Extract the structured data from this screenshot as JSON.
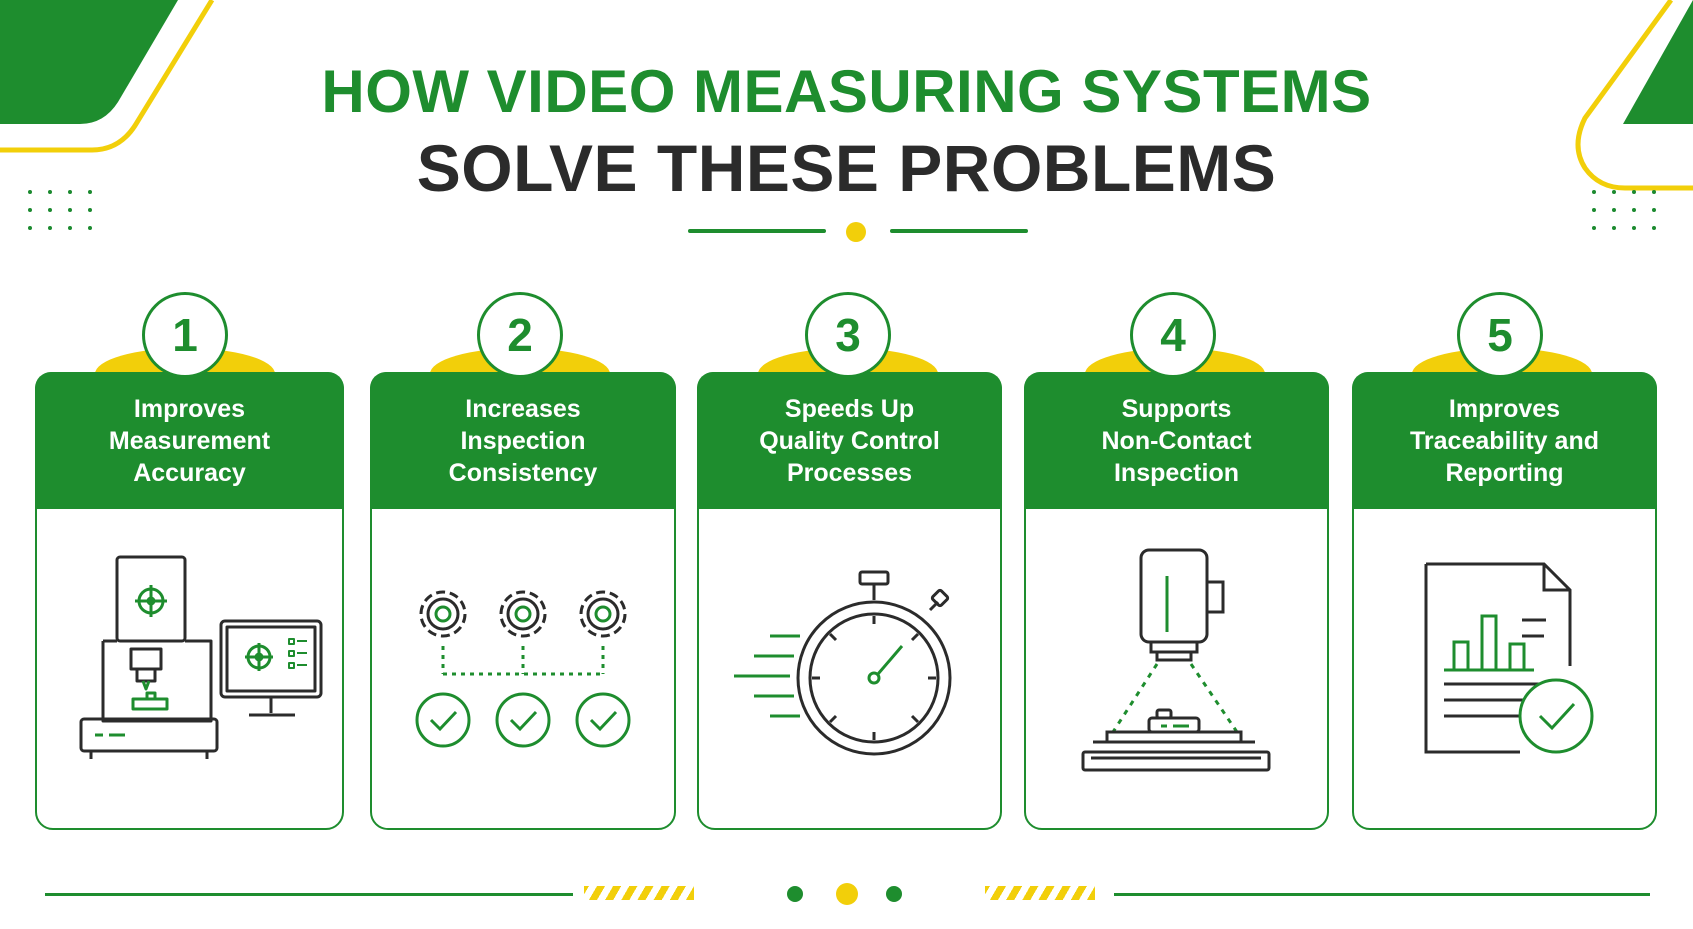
{
  "title": {
    "line1": "HOW VIDEO MEASURING SYSTEMS",
    "line2": "SOLVE THESE PROBLEMS"
  },
  "colors": {
    "green": "#1e8d2e",
    "yellow": "#f2cf0a",
    "dark": "#2b2b2b"
  },
  "cards": [
    {
      "number": "1",
      "label": "Improves\nMeasurement\nAccuracy",
      "icon": "video-measuring-machine-icon"
    },
    {
      "number": "2",
      "label": "Increases\nInspection\nConsistency",
      "icon": "gears-checkmarks-icon"
    },
    {
      "number": "3",
      "label": "Speeds Up\nQuality Control\nProcesses",
      "icon": "stopwatch-icon"
    },
    {
      "number": "4",
      "label": "Supports\nNon-Contact\nInspection",
      "icon": "camera-scan-icon"
    },
    {
      "number": "5",
      "label": "Improves\nTraceability and\nReporting",
      "icon": "report-document-icon"
    }
  ]
}
